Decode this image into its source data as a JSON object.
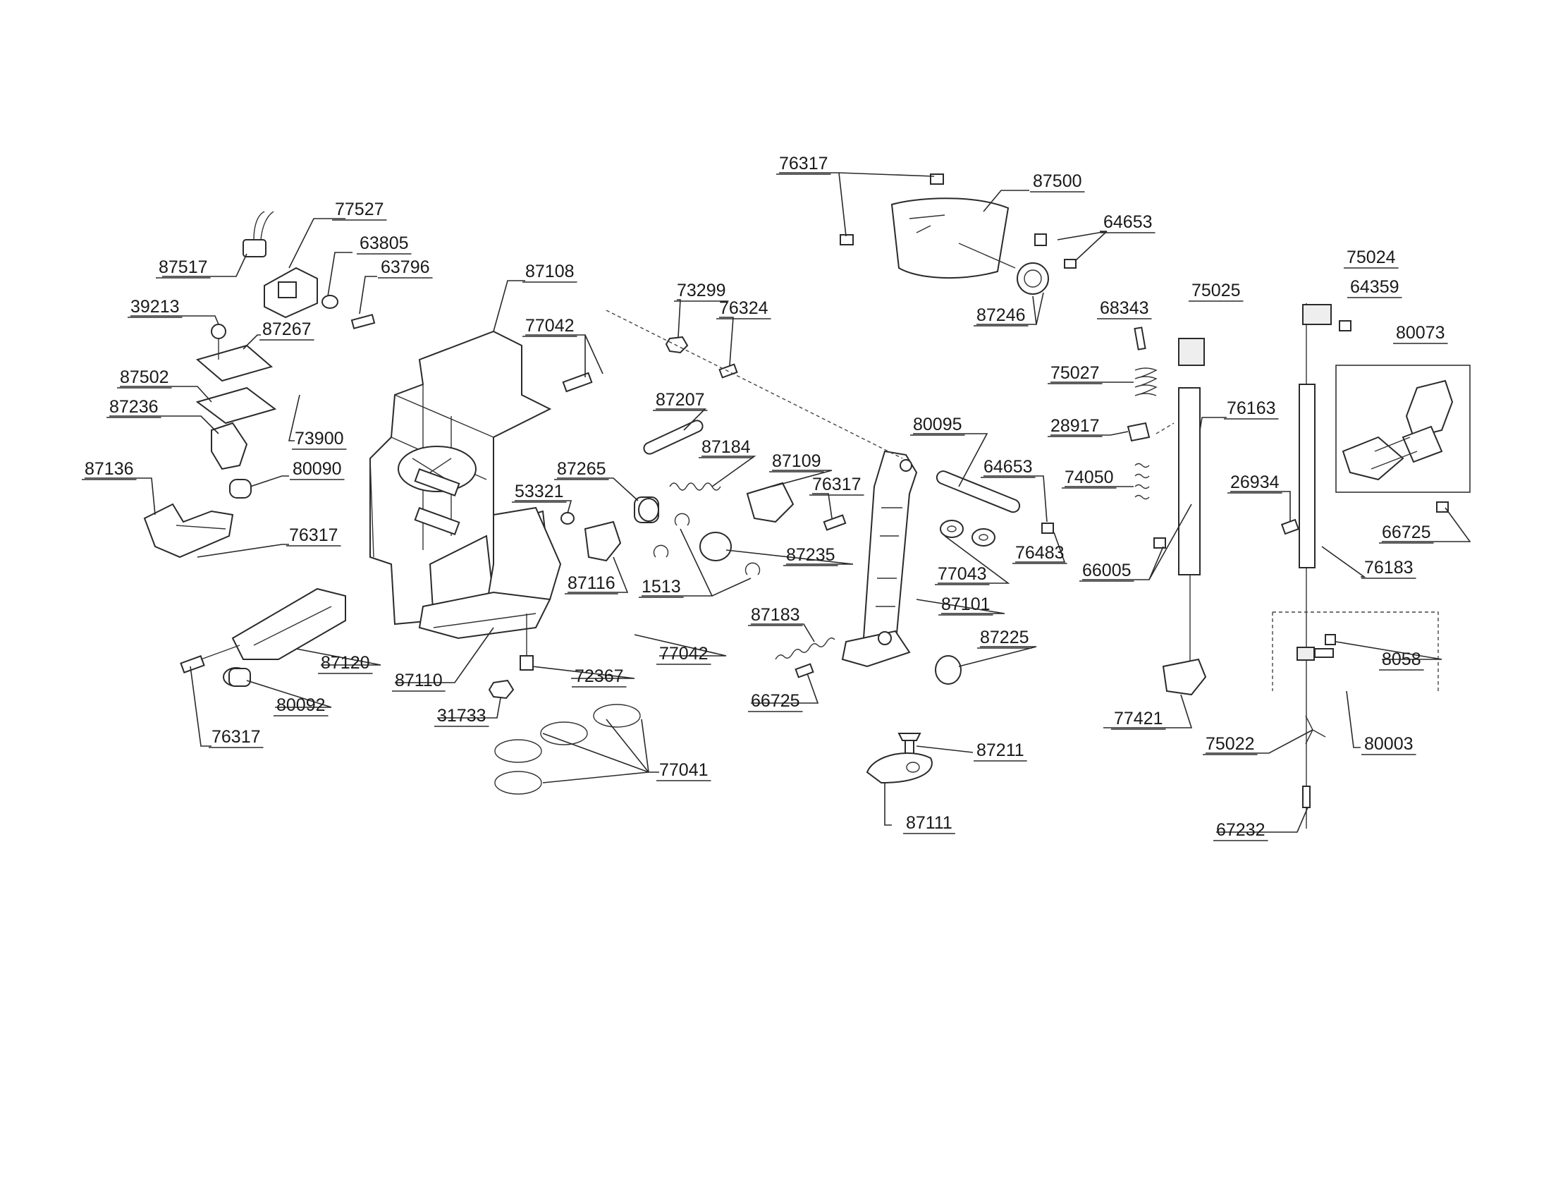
{
  "labels": [
    "76317",
    "87500",
    "64653",
    "77527",
    "63805",
    "63796",
    "87517",
    "87108",
    "73299",
    "76324",
    "87246",
    "68343",
    "75025",
    "75024",
    "64359",
    "80073",
    "39213",
    "87267",
    "77042",
    "87207",
    "87502",
    "87236",
    "73900",
    "80095",
    "75027",
    "28917",
    "76163",
    "87184",
    "87109",
    "64653",
    "74050",
    "87136",
    "80090",
    "87265",
    "76317",
    "53321",
    "76483",
    "26934",
    "66725",
    "76317",
    "87235",
    "66005",
    "77043",
    "76183",
    "1513",
    "87116",
    "87101",
    "87183",
    "87225",
    "8058",
    "77042",
    "87120",
    "87110",
    "72367",
    "66725",
    "80092",
    "31733",
    "77421",
    "76317",
    "75022",
    "80003",
    "87211",
    "77041",
    "87111",
    "67232"
  ]
}
